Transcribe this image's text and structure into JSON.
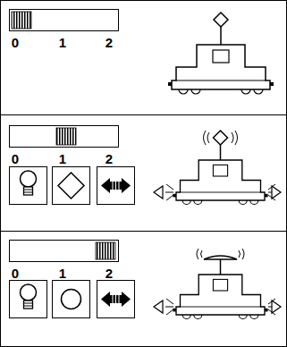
{
  "diagram": {
    "labels": [
      "0",
      "1",
      "2",
      "0",
      "1",
      "2",
      "0",
      "1",
      "2"
    ]
  }
}
